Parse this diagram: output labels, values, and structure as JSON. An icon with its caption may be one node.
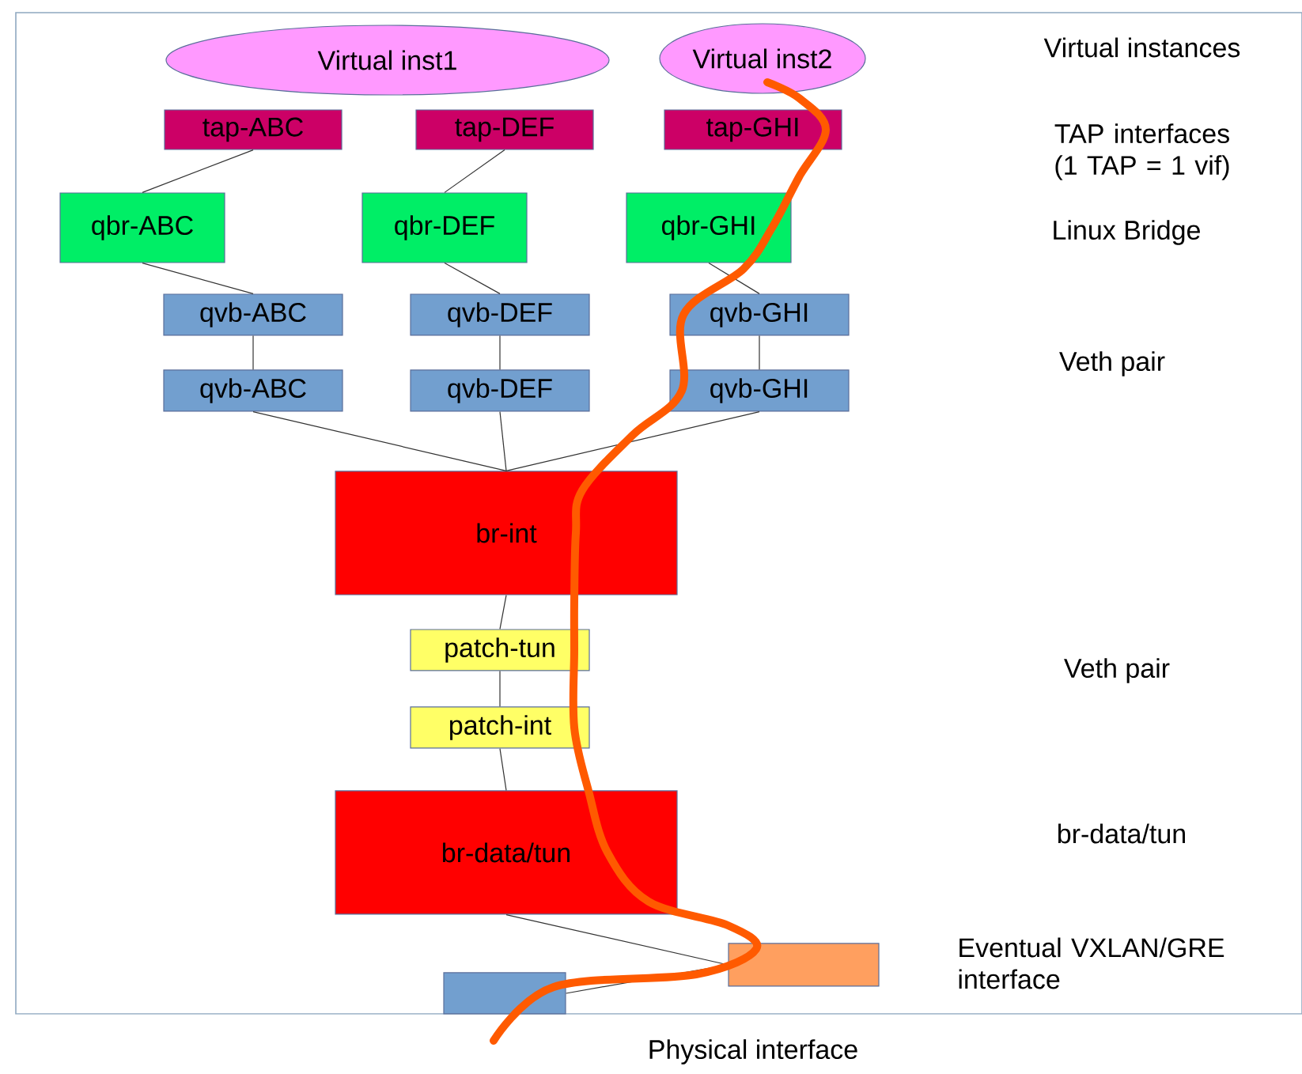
{
  "diagram": {
    "nodes": [
      {
        "text": [
          "Virtual inst1"
        ]
      },
      {
        "text": [
          "Virtual inst2"
        ]
      },
      {
        "text": [
          "tap-ABC"
        ]
      },
      {
        "text": [
          "tap-DEF"
        ]
      },
      {
        "text": [
          "tap-GHI"
        ]
      },
      {
        "text": [
          "qbr-ABC"
        ]
      },
      {
        "text": [
          "qbr-DEF"
        ]
      },
      {
        "text": [
          "qbr-GHI"
        ]
      },
      {
        "text": [
          "qvb-ABC"
        ]
      },
      {
        "text": [
          "qvb-DEF"
        ]
      },
      {
        "text": [
          "qvb-GHI"
        ]
      },
      {
        "text": [
          "qvb-ABC"
        ]
      },
      {
        "text": [
          "qvb-DEF"
        ]
      },
      {
        "text": [
          "qvb-GHI"
        ]
      },
      {
        "text": [
          "br-int"
        ]
      },
      {
        "text": [
          "patch-tun"
        ]
      },
      {
        "text": [
          "patch-int"
        ]
      },
      {
        "text": [
          "br-data/tun"
        ]
      },
      {
        "text": [],
        "shape": "box"
      },
      {
        "text": [],
        "shape": "box"
      }
    ],
    "edges": [
      {
        "from": 2,
        "to": 5,
        "arrow": "none"
      },
      {
        "from": 3,
        "to": 6,
        "arrow": "none"
      },
      {
        "from": 5,
        "to": 8,
        "arrow": "none"
      },
      {
        "from": 6,
        "to": 9,
        "arrow": "none"
      },
      {
        "from": 7,
        "to": 10,
        "arrow": "none"
      },
      {
        "from": 8,
        "to": 11,
        "arrow": "none"
      },
      {
        "from": 9,
        "to": 12,
        "arrow": "none"
      },
      {
        "from": 10,
        "to": 13,
        "arrow": "none"
      },
      {
        "from": 11,
        "to": 14,
        "arrow": "none"
      },
      {
        "from": 12,
        "to": 14,
        "arrow": "none"
      },
      {
        "from": 13,
        "to": 14,
        "arrow": "none"
      },
      {
        "from": 14,
        "to": 15,
        "arrow": "none"
      },
      {
        "from": 15,
        "to": 16,
        "arrow": "none"
      },
      {
        "from": 16,
        "to": 17,
        "arrow": "none"
      },
      {
        "from": 17,
        "to": 18,
        "arrow": "none"
      },
      {
        "from": 19,
        "to": 18,
        "arrow": "none"
      }
    ],
    "labels": [
      "Virtual instances",
      "TAP interfaces (1 TAP = 1 vif)",
      "Linux Bridge",
      "Veth pair",
      "Veth pair",
      "br-data/tun",
      "Eventual VXLAN/GRE interface",
      "Physical interface"
    ]
  }
}
